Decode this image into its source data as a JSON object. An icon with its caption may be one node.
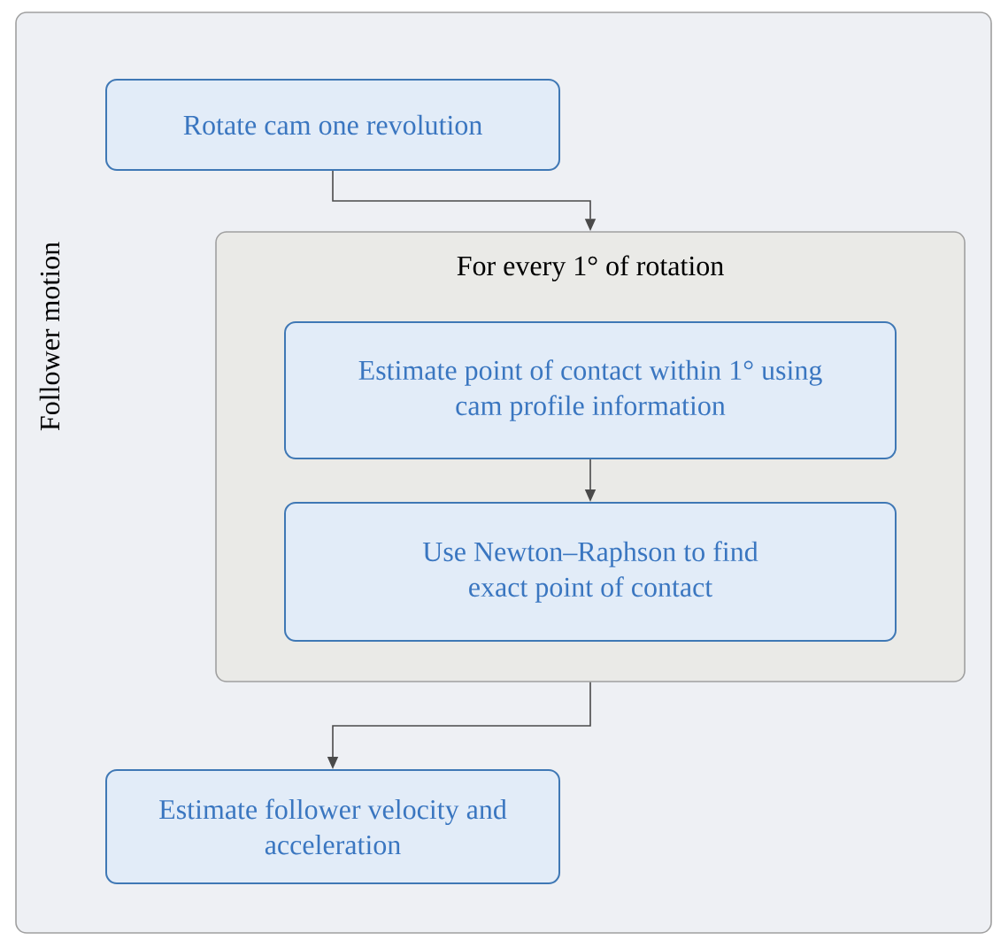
{
  "diagram": {
    "nodes": [
      {
        "text": [
          "Follower motion"
        ]
      },
      {
        "text": [
          "Rotate cam one revolution"
        ],
        "in": 0
      },
      {
        "text": [
          "For every 1° of rotation"
        ],
        "in": 0
      },
      {
        "text": [
          "Estimate point of contact within 1° using cam profile information"
        ],
        "in": 2
      },
      {
        "text": [
          "Use Newton–Raphson to find exact point of contact"
        ],
        "in": 2
      },
      {
        "text": [
          "Estimate follower velocity and acceleration"
        ],
        "in": 0
      }
    ],
    "edges": [
      {
        "from": 1,
        "to": 2,
        "arrow": "to"
      },
      {
        "from": 3,
        "to": 4,
        "arrow": "to"
      },
      {
        "from": 2,
        "to": 5,
        "arrow": "to"
      }
    ]
  }
}
